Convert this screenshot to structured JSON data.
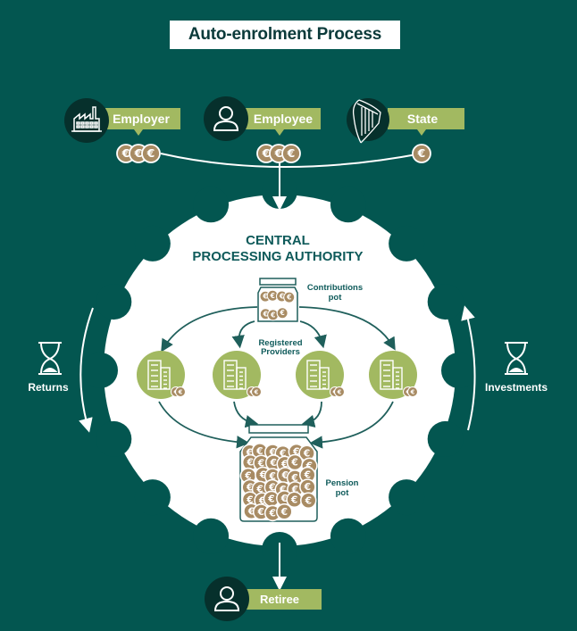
{
  "title": "Auto-enrolment Process",
  "colors": {
    "background": "#035650",
    "gear": "#ffffff",
    "label_bg": "#a2b961",
    "icon_circle": "#06302c",
    "coin": "#a88b63",
    "text_dark": "#0e5a5a"
  },
  "contributors": [
    {
      "label": "Employer",
      "icon": "factory-icon",
      "coins": 3
    },
    {
      "label": "Employee",
      "icon": "person-icon",
      "coins": 3
    },
    {
      "label": "State",
      "icon": "harp-icon",
      "coins": 1
    }
  ],
  "central": {
    "title_line1": "CENTRAL",
    "title_line2": "PROCESSING AUTHORITY",
    "contributions_pot_line1": "Contributions",
    "contributions_pot_line2": "pot",
    "providers_label_line1": "Registered",
    "providers_label_line2": "Providers",
    "pension_pot_line1": "Pension",
    "pension_pot_line2": "pot",
    "providers": [
      {
        "icon": "building-icon"
      },
      {
        "icon": "building-icon"
      },
      {
        "icon": "building-icon"
      },
      {
        "icon": "building-icon"
      }
    ]
  },
  "side_labels": {
    "left": "Returns",
    "right": "Investments"
  },
  "retiree": {
    "label": "Retiree",
    "icon": "person-icon"
  }
}
